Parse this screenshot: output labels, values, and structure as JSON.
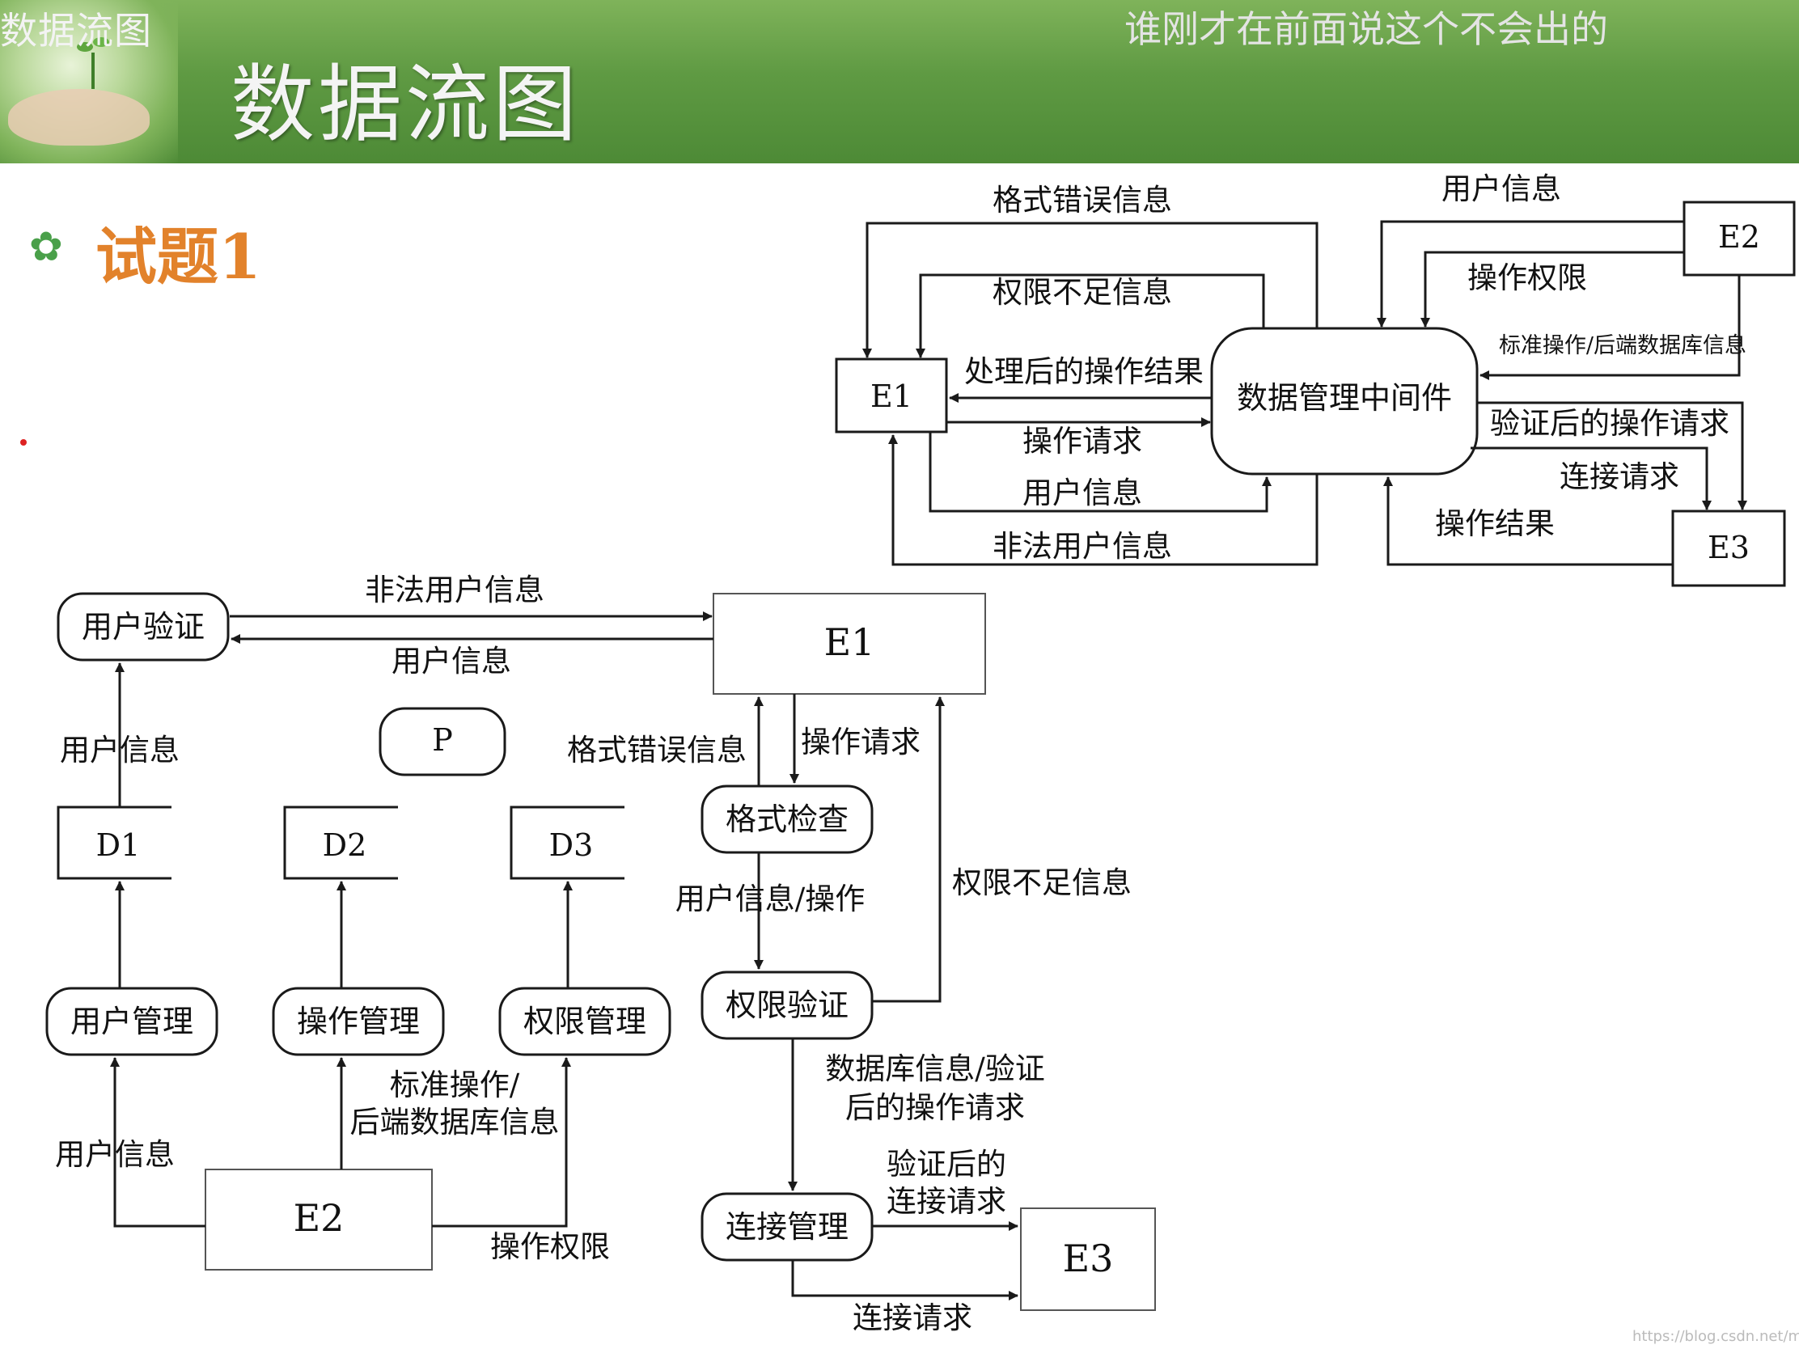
{
  "header": {
    "corner_label": "数据流图",
    "title": "数据流图",
    "overlay_comment": "谁刚才在前面说这个不会出的",
    "accent_color": "#5f9a43"
  },
  "question": {
    "icon": "gear-icon",
    "title": "试题1",
    "title_color": "#e2822b"
  },
  "diagram_top": {
    "nodes": {
      "e1": "E1",
      "center": "数据管理中间件",
      "e2": "E2",
      "e3": "E3"
    },
    "flows": {
      "format_error": "格式错误信息",
      "insufficient_permission": "权限不足信息",
      "processed_result": "处理后的操作结果",
      "operation_request": "操作请求",
      "user_info_in": "用户信息",
      "illegal_user": "非法用户信息",
      "user_info_e2": "用户信息",
      "operation_permission": "操作权限",
      "standard_ops": "标准操作/后端数据库信息",
      "verified_request": "验证后的操作请求",
      "connection_request": "连接请求",
      "operation_result": "操作结果"
    }
  },
  "diagram_bottom": {
    "nodes": {
      "user_verify": "用户验证",
      "e1": "E1",
      "p": "P",
      "d1": "D1",
      "d2": "D2",
      "d3": "D3",
      "format_check": "格式检查",
      "permission_verify": "权限验证",
      "user_mgmt": "用户管理",
      "op_mgmt": "操作管理",
      "perm_mgmt": "权限管理",
      "e2": "E2",
      "conn_mgmt": "连接管理",
      "e3": "E3"
    },
    "flows": {
      "illegal_user": "非法用户信息",
      "user_info_top": "用户信息",
      "user_info_d1": "用户信息",
      "format_error": "格式错误信息",
      "operation_request": "操作请求",
      "user_info_op": "用户信息/操作",
      "insufficient_permission": "权限不足信息",
      "db_info_line1": "数据库信息/验证",
      "db_info_line2": "后的操作请求",
      "standard_ops_line1": "标准操作/",
      "standard_ops_line2": "后端数据库信息",
      "user_info_e2": "用户信息",
      "operation_permission": "操作权限",
      "verified_conn_line1": "验证后的",
      "verified_conn_line2": "连接请求",
      "connection_request": "连接请求"
    }
  },
  "watermark": "https://blog.csdn.net/mrcd"
}
